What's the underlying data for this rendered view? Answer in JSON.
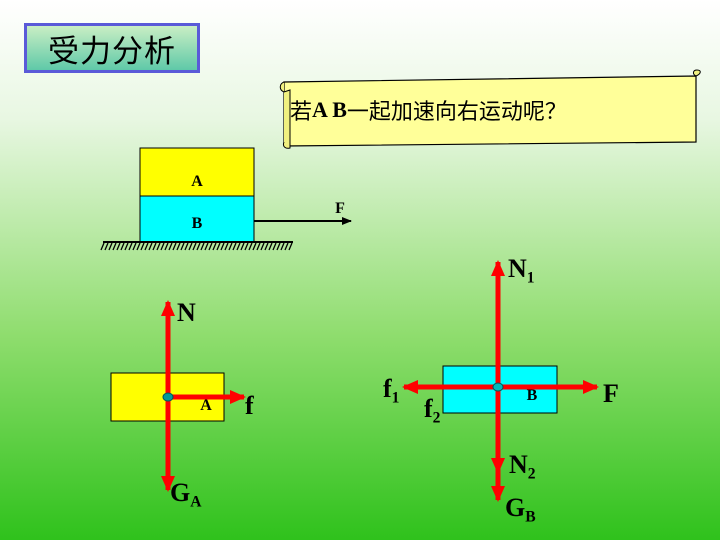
{
  "title": "受力分析",
  "question": {
    "prefix": "若",
    "letters": "A B",
    "suffix": "一起加速向右运动呢？"
  },
  "top_diagram": {
    "block_a_label": "A",
    "block_b_label": "B",
    "force_label": "F"
  },
  "diagram_a": {
    "block_label": "A",
    "force_up": "N",
    "force_right": "f",
    "force_down_main": "G",
    "force_down_sub": "A"
  },
  "diagram_b": {
    "block_label": "B",
    "force_up_main": "N",
    "force_up_sub": "1",
    "force_left_main": "f",
    "force_left_sub": "1",
    "force_left2_main": "f",
    "force_left2_sub": "2",
    "force_right": "F",
    "force_down_main": "N",
    "force_down_sub": "2",
    "weight_main": "G",
    "weight_sub": "B"
  },
  "colors": {
    "block_a": "#ffff00",
    "block_b": "#00ffff",
    "arrow": "#ff0000",
    "scroll": "#ffff99"
  }
}
